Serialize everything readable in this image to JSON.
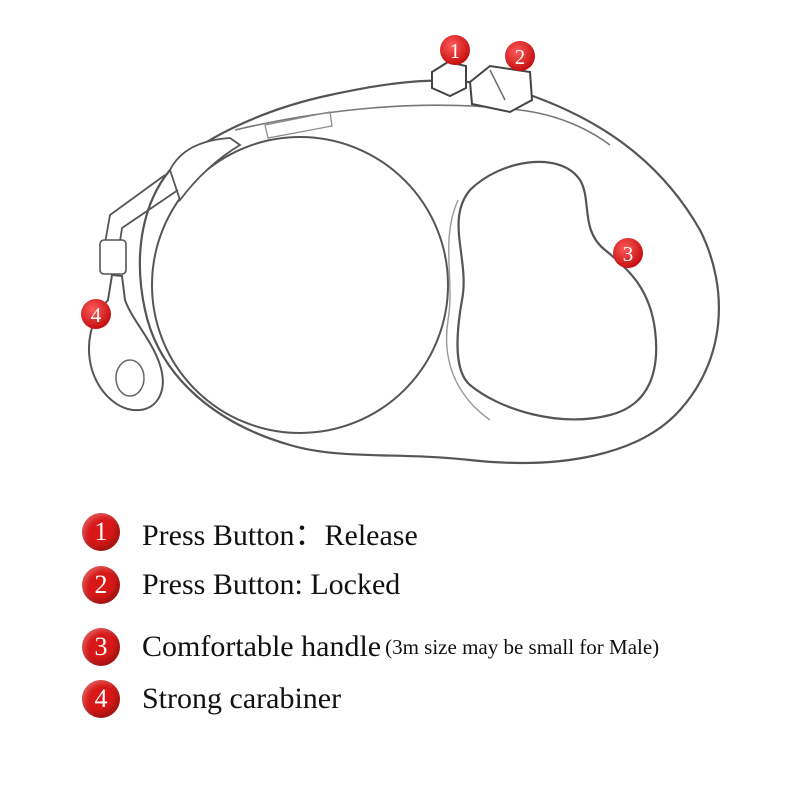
{
  "diagram": {
    "markers": [
      {
        "number": "1"
      },
      {
        "number": "2"
      },
      {
        "number": "3"
      },
      {
        "number": "4"
      }
    ]
  },
  "legend": {
    "items": [
      {
        "number": "1",
        "text": "Press Button：Release"
      },
      {
        "number": "2",
        "text": "Press Button: Locked"
      },
      {
        "number": "3",
        "text": "Comfortable handle",
        "note": "(3m size may be small for Male)"
      },
      {
        "number": "4",
        "text": "Strong carabiner"
      }
    ]
  },
  "colors": {
    "marker_red": "#d81818",
    "outline": "#555555",
    "text": "#111111"
  }
}
